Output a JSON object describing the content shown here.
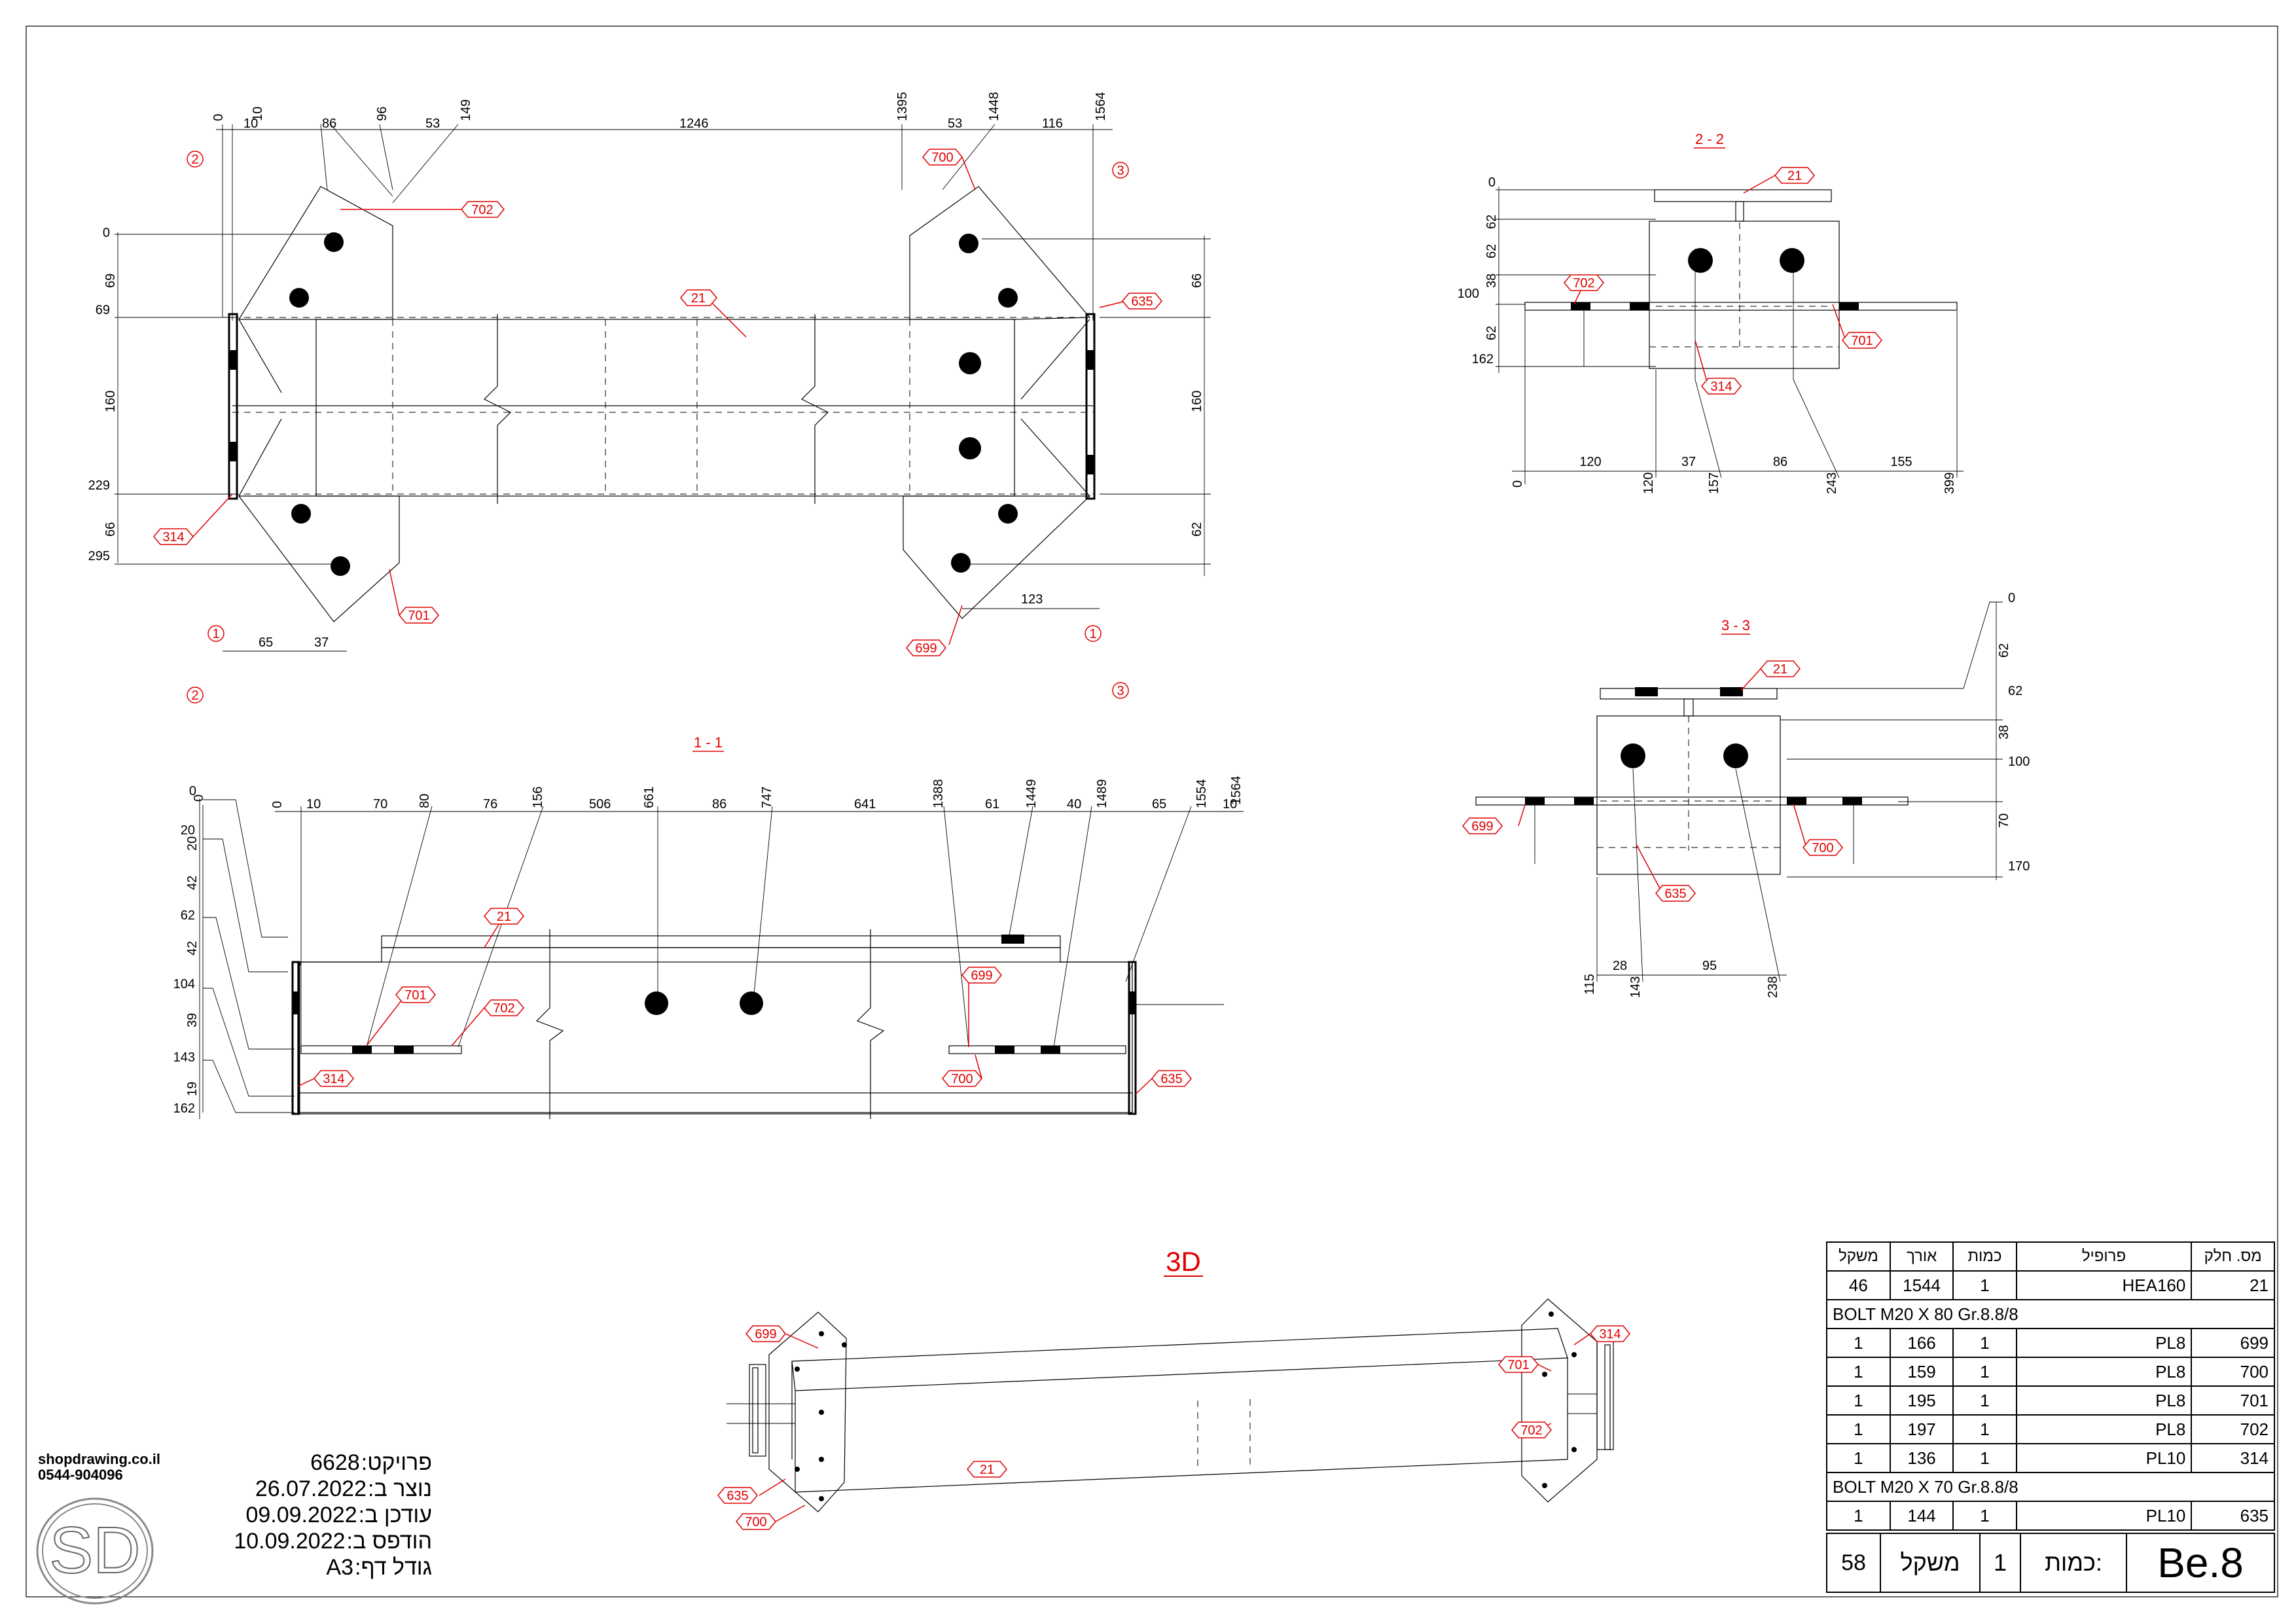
{
  "drawing": {
    "title_3d": "3D",
    "section_labels": [
      "1 - 1",
      "2 - 2",
      "3 - 3"
    ],
    "section_markers": [
      "1",
      "2",
      "3"
    ],
    "part_tags": [
      "21",
      "314",
      "635",
      "699",
      "700",
      "701",
      "702"
    ],
    "top_dims": [
      "0",
      "10",
      "86",
      "96",
      "53",
      "149",
      "1246",
      "1395",
      "53",
      "1448",
      "116",
      "1564"
    ],
    "left_dims": [
      "0",
      "69",
      "69",
      "160",
      "229",
      "66",
      "295"
    ],
    "right_dims": [
      "66",
      "160",
      "62"
    ],
    "bottom_dims": [
      "65",
      "37",
      "123"
    ],
    "sec11_top": [
      "0",
      "10",
      "70",
      "80",
      "76",
      "156",
      "506",
      "661",
      "86",
      "747",
      "641",
      "1388",
      "61",
      "1449",
      "40",
      "1489",
      "65",
      "1554",
      "10",
      "1564"
    ],
    "sec11_left": [
      "0",
      "20",
      "20",
      "42",
      "62",
      "42",
      "104",
      "39",
      "143",
      "19",
      "162"
    ],
    "sec22_left": [
      "0",
      "62",
      "62",
      "38",
      "100",
      "62",
      "162"
    ],
    "sec22_bottom": [
      "0",
      "120",
      "120",
      "37",
      "157",
      "86",
      "243",
      "155",
      "399"
    ],
    "sec33_right": [
      "0",
      "62",
      "62",
      "38",
      "100",
      "70",
      "170"
    ],
    "sec33_bottom": [
      "115",
      "28",
      "143",
      "95",
      "238"
    ]
  },
  "bom": {
    "headers": [
      "משקל",
      "אורך",
      "כמות",
      "פרופיל",
      "מס. חלק"
    ],
    "rows": [
      {
        "weight": "46",
        "length": "1544",
        "qty": "1",
        "profile": "HEA160",
        "part": "21"
      },
      {
        "span": "BOLT M20 X 80 Gr.8.8/8"
      },
      {
        "weight": "1",
        "length": "166",
        "qty": "1",
        "profile": "PL8",
        "part": "699"
      },
      {
        "weight": "1",
        "length": "159",
        "qty": "1",
        "profile": "PL8",
        "part": "700"
      },
      {
        "weight": "1",
        "length": "195",
        "qty": "1",
        "profile": "PL8",
        "part": "701"
      },
      {
        "weight": "1",
        "length": "197",
        "qty": "1",
        "profile": "PL8",
        "part": "702"
      },
      {
        "weight": "1",
        "length": "136",
        "qty": "1",
        "profile": "PL10",
        "part": "314"
      },
      {
        "span": "BOLT M20 X 70 Gr.8.8/8"
      },
      {
        "weight": "1",
        "length": "144",
        "qty": "1",
        "profile": "PL10",
        "part": "635"
      }
    ],
    "footer": {
      "weight_value": "58",
      "weight_label": "משקל",
      "qty_value": "1",
      "qty_label": "כמות:",
      "mark": "Be.8"
    }
  },
  "info": {
    "project_label": ":פרויקט",
    "project_value": "6628",
    "created_label": ":נוצר ב",
    "created_value": "26.07.2022",
    "updated_label": ":עודכן ב",
    "updated_value": "09.09.2022",
    "printed_label": ":הודפס ב",
    "printed_value": "10.09.2022",
    "size_label": ":גודל דף",
    "size_value": "A3"
  },
  "brand": {
    "site": "shopdrawing.co.il",
    "phone": "0544-904096",
    "logo_text": "SD"
  }
}
